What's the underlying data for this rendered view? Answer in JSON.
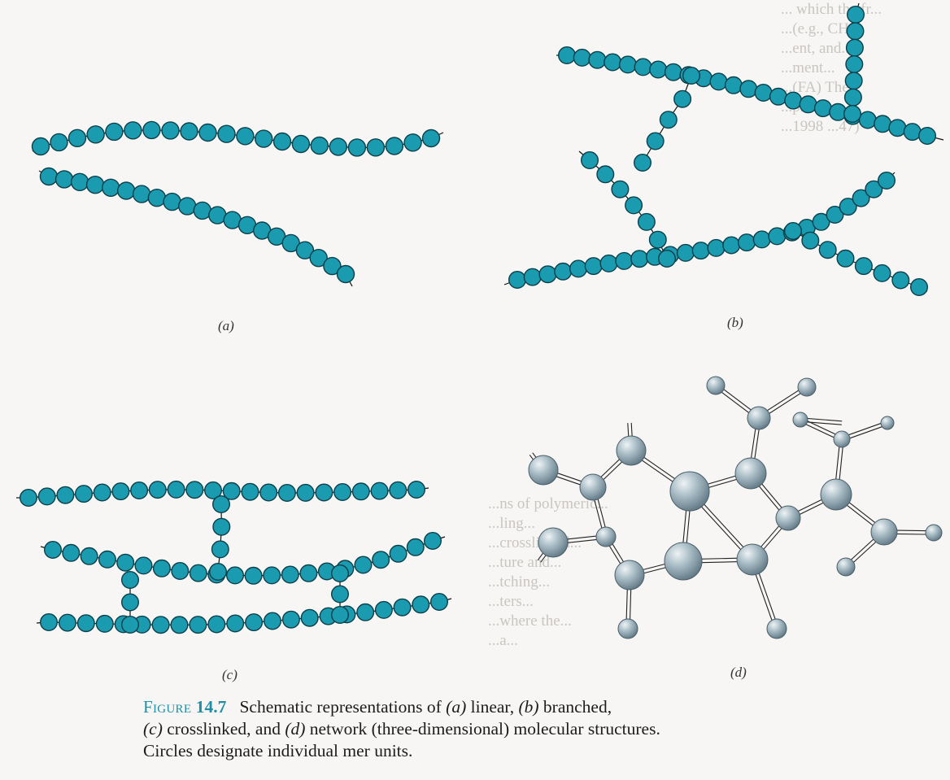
{
  "panels": {
    "a": {
      "label": "(a)"
    },
    "b": {
      "label": "(b)"
    },
    "c": {
      "label": "(c)"
    },
    "d": {
      "label": "(d)"
    }
  },
  "caption": {
    "figure_word": "Figure",
    "figure_number": "14.7",
    "line1_text": "Schematic representations of",
    "tag_a": "(a)",
    "type_a": "linear,",
    "tag_b": "(b)",
    "type_b": "branched,",
    "tag_c": "(c)",
    "type_c": "crosslinked, and",
    "tag_d": "(d)",
    "type_d": "network (three-dimensional) molecular structures.",
    "line3": "Circles designate individual mer units."
  },
  "colors": {
    "mer_fill": "#1a9bb0",
    "mer_stroke": "#0c3f4a",
    "atom_fill": "#9fb3bd",
    "atom_highlight": "#e7eef1",
    "figure_accent": "#1e8fa6"
  },
  "bleed_through": {
    "top_lines": [
      "... which the fr...",
      "...(e.g., CH₃)",
      "...ent, and...",
      "...ment...",
      "...(FA) The...",
      "...pnd...",
      "...1998 ...47)"
    ],
    "mid_lines": [
      "...ns of polymeric...",
      "...ling...",
      "...crosslinked...",
      "...ture and...",
      "...tching...",
      "...ters...",
      "...where the...",
      "...a..."
    ]
  }
}
